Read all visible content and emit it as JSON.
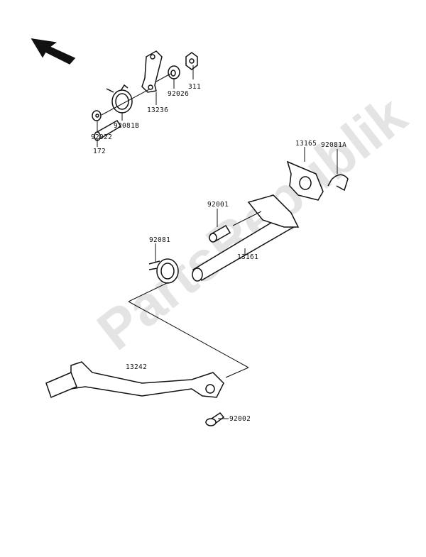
{
  "watermark": "PartsRepublik",
  "labels": {
    "p311": "311",
    "p92026": "92026",
    "p13236": "13236",
    "p92081B": "92081B",
    "p92022": "92022",
    "p172": "172",
    "p13165": "13165",
    "p92081A": "92081A",
    "p92001": "92001",
    "p92081": "92081",
    "p13161": "13161",
    "p13242": "13242",
    "p92002": "92002"
  }
}
